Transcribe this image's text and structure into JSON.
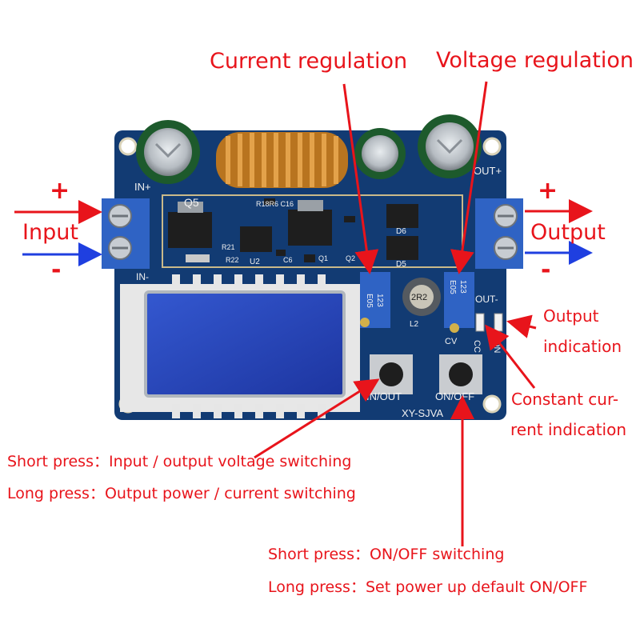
{
  "labels": {
    "current_regulation": "Current regulation",
    "voltage_regulation": "Voltage regulation",
    "input": "Input",
    "output": "Output",
    "plus": "+",
    "minus": "-",
    "output_indication_1": "Output",
    "output_indication_2": "indication",
    "constant_current_1": "Constant cur-",
    "constant_current_2": "rent indication",
    "in_out_short": "Short press：Input / output voltage switching",
    "in_out_long": "Long press：Output power / current switching",
    "onoff_short": "Short press：ON/OFF switching",
    "onoff_long": "Long press：Set power up default ON/OFF"
  },
  "board": {
    "q5": "Q5",
    "in_plus": "IN+",
    "in_minus": "IN-",
    "out_plus": "OUT+",
    "out_minus": "OUT-",
    "d6": "D6",
    "d5": "D5",
    "l2": "L2",
    "inductor_code": "2R2",
    "u2": "U2",
    "q1": "Q1",
    "q2": "Q2",
    "r22": "R22",
    "r21": "R21",
    "c6": "C6",
    "top_parts": "R18R6 C16",
    "pot_code": "123",
    "pot_code2": "E05",
    "cc": "CC",
    "cv": "CV",
    "on": "ON",
    "btn_in_out": "IN/OUT",
    "btn_on_off": "ON/OFF",
    "model": "XY-SJVA"
  },
  "colors": {
    "annotation": "#e8141b",
    "arrow_blue": "#1f3fe0",
    "pcb": "#123b73",
    "terminal": "#2f63c4",
    "lcd": "#2844b8"
  }
}
